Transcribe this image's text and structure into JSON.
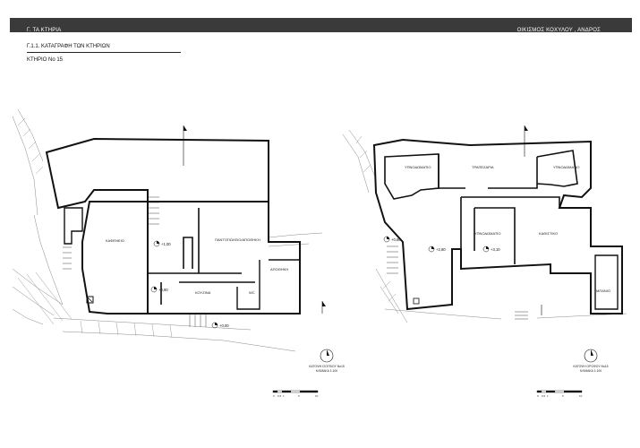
{
  "header": {
    "left_title": "Γ. ΤΑ ΚΤΗΡΙΑ",
    "right_title": "ΟΙΚΙΣΜΟΣ ΚΟΧΥΛΟΥ , ΑΝΔΡΟΣ"
  },
  "section": {
    "title": "Γ.1.1. ΚΑΤΑΓΡΑΦΗ ΤΩΝ ΚΤΗΡΙΩΝ",
    "building": "ΚΤΗΡΙΟ No 15"
  },
  "ground_floor": {
    "rooms": {
      "kafeneio": "ΚΑΦΕΝΕΙΟ",
      "pantopoleio": "ΠΑΝΤΟΠΩΛΕΙΟ/ΑΠΟΘΗΚΗ",
      "kouzina": "ΚΟΥΖΙΝΑ",
      "apothiki": "ΑΠΟΘΗΚΗ",
      "wc": "WC"
    },
    "levels": {
      "inner": "+1,00",
      "kitchen": "+0,80",
      "entry": "+0,00"
    },
    "north_caption_1": "ΚΑΤΟΨΗ ΙΣΟΓΕΙΟΥ No15",
    "north_caption_2": "ΚΛΙΜΑΚΑ 1:100",
    "scale_labels": [
      "0",
      "0,5",
      "1",
      "5",
      "10"
    ]
  },
  "upper_floor": {
    "rooms": {
      "ypnodomatio_1": "ΥΠΝΟΔΩΜΑΤΙΟ",
      "trapezaria": "ΤΡΑΠΕΖΑΡΙΑ",
      "ypnodomatio_2": "ΥΠΝΟΔΩΜΑΤΙΟ",
      "ypnodomatio_3": "ΥΠΝΟΔΩΜΑΤΙΟ",
      "kathistiko": "ΚΑΘΙΣΤΙΚΟ",
      "magazi": "ΜΠΑΝΙΟ"
    },
    "levels": {
      "landing": "+0,60",
      "hall": "+2,80",
      "bedroom": "+3,10"
    },
    "north_caption_1": "ΚΑΤΟΨΗ ΟΡΟΦΟΥ No15",
    "north_caption_2": "ΚΛΙΜΑΚΑ 1:100",
    "scale_labels": [
      "0",
      "0,5",
      "1",
      "5",
      "10"
    ]
  }
}
